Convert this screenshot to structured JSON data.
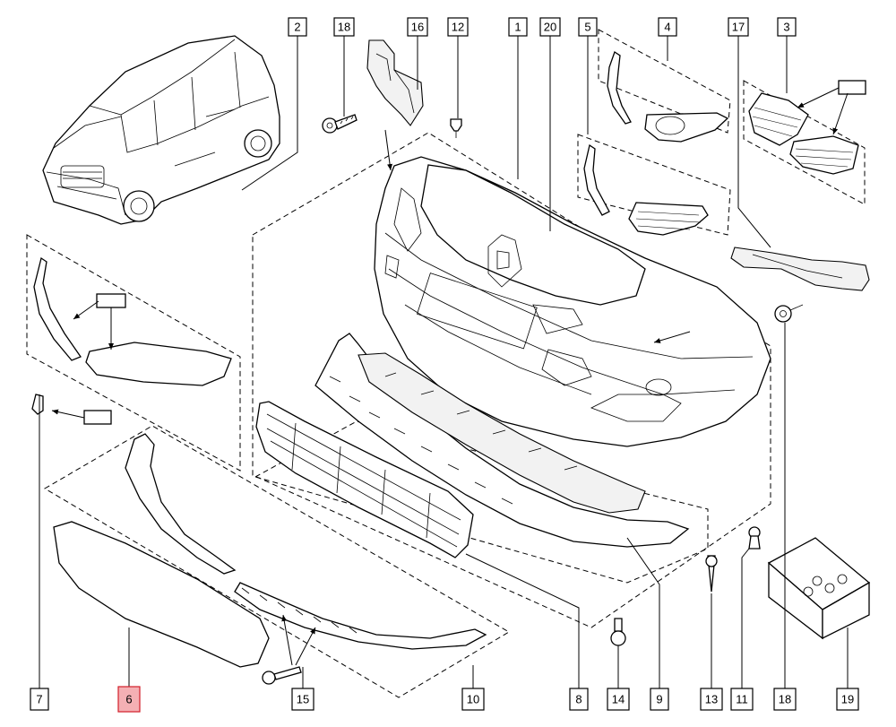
{
  "diagram": {
    "callouts": [
      {
        "id": "c2",
        "label": "2"
      },
      {
        "id": "c18t",
        "label": "18"
      },
      {
        "id": "c16",
        "label": "16"
      },
      {
        "id": "c12",
        "label": "12"
      },
      {
        "id": "c1",
        "label": "1"
      },
      {
        "id": "c20",
        "label": "20"
      },
      {
        "id": "c5",
        "label": "5"
      },
      {
        "id": "c4",
        "label": "4"
      },
      {
        "id": "c17",
        "label": "17"
      },
      {
        "id": "c3",
        "label": "3"
      },
      {
        "id": "c7",
        "label": "7"
      },
      {
        "id": "c6",
        "label": "6"
      },
      {
        "id": "c15",
        "label": "15"
      },
      {
        "id": "c10",
        "label": "10"
      },
      {
        "id": "c8",
        "label": "8"
      },
      {
        "id": "c14",
        "label": "14"
      },
      {
        "id": "c9",
        "label": "9"
      },
      {
        "id": "c13",
        "label": "13"
      },
      {
        "id": "c11",
        "label": "11"
      },
      {
        "id": "c18b",
        "label": "18"
      },
      {
        "id": "c19",
        "label": "19"
      }
    ],
    "highlight_color": "#f4b0b4"
  }
}
